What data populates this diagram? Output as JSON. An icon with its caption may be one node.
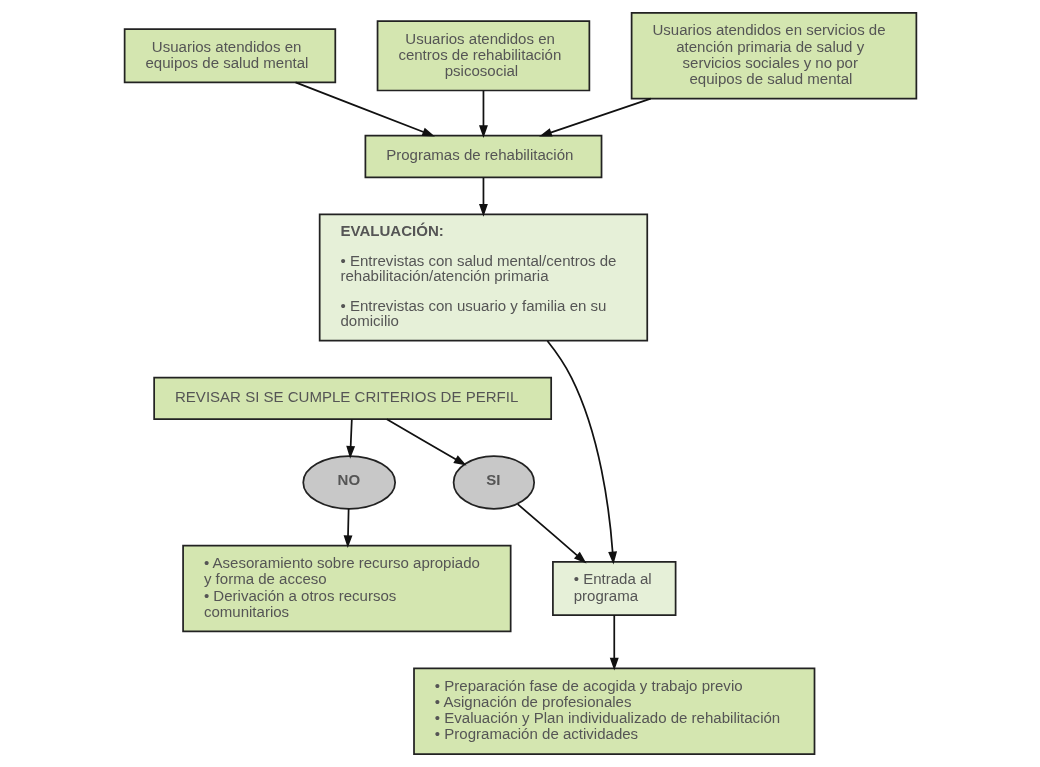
{
  "diagram": {
    "nodes": [
      {
        "text": [
          "Usuarios atendidos en equipos de salud mental"
        ]
      },
      {
        "text": [
          "Usuarios atendidos en centros de rehabilitación psicosocial"
        ]
      },
      {
        "text": [
          "Usuarios atendidos en servicios de atención primaria de salud y servicios sociales y no por equipos de salud mental"
        ]
      },
      {
        "text": [
          "Programas de rehabilitación"
        ]
      },
      {
        "text": [
          "EVALUACIÓN:",
          "• Entrevistas con salud mental/centros de rehabilitación/atención primaria",
          "• Entrevistas con usuario y familia en su domicilio"
        ]
      },
      {
        "text": [
          "REVISAR SI SE CUMPLE CRITERIOS DE PERFIL"
        ]
      },
      {
        "text": [
          "NO"
        ]
      },
      {
        "text": [
          "SI"
        ]
      },
      {
        "text": [
          "• Asesoramiento sobre recurso apropiado y forma de acceso",
          "• Derivación a otros recursos comunitarios"
        ]
      },
      {
        "text": [
          "• Entrada al programa"
        ]
      },
      {
        "text": [
          "• Preparación fase de acogida y trabajo previo",
          "• Asignación de profesionales",
          "• Evaluación y Plan individualizado de rehabilitación",
          "• Programación de actividades"
        ]
      }
    ],
    "edges": [
      {
        "from": 0,
        "to": 3,
        "arrow": "to"
      },
      {
        "from": 1,
        "to": 3,
        "arrow": "to"
      },
      {
        "from": 2,
        "to": 3,
        "arrow": "to"
      },
      {
        "from": 3,
        "to": 4,
        "arrow": "to"
      },
      {
        "from": 4,
        "to": 9,
        "arrow": "to"
      },
      {
        "from": 5,
        "to": 6,
        "arrow": "to"
      },
      {
        "from": 5,
        "to": 7,
        "arrow": "to"
      },
      {
        "from": 6,
        "to": 8,
        "arrow": "to"
      },
      {
        "from": 7,
        "to": 9,
        "arrow": "to"
      },
      {
        "from": 9,
        "to": 10,
        "arrow": "to"
      }
    ]
  }
}
